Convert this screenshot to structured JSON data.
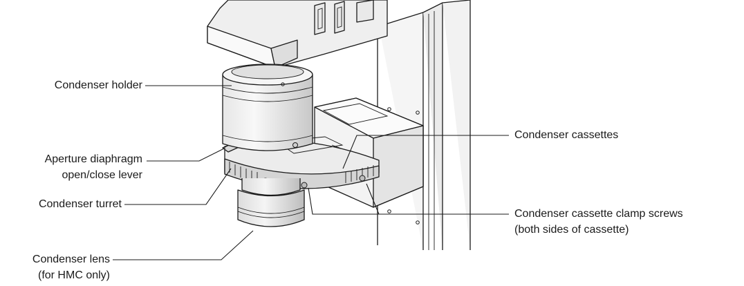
{
  "labels": {
    "condenser_holder": "Condenser holder",
    "aperture_line1": "Aperture diaphragm",
    "aperture_line2": "open/close lever",
    "condenser_turret": "Condenser turret",
    "condenser_lens_line1": "Condenser lens",
    "condenser_lens_line2": "(for HMC only)",
    "condenser_cassettes": "Condenser cassettes",
    "clamp_screws_line1": "Condenser cassette clamp screws",
    "clamp_screws_line2": "(both sides of cassette)"
  },
  "colors": {
    "line": "#1a1a1a",
    "body_light": "#f7f7f7",
    "body_mid": "#e3e3e3",
    "body_dark": "#c4c4c4",
    "body_shadow": "#9a9a9a"
  }
}
